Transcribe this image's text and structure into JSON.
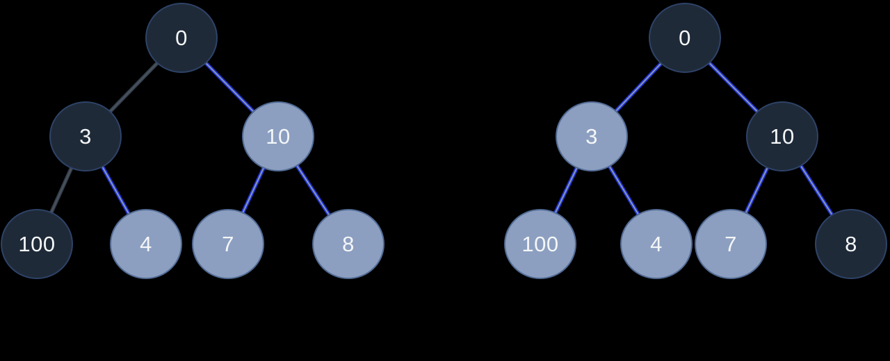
{
  "colors": {
    "background": "#000000",
    "node_dark_fill": "#1f2a39",
    "node_dark_border": "#2e4368",
    "node_light_fill": "#8c9fc0",
    "node_light_border": "#526b95",
    "edge_blue": "#2132d2",
    "edge_blue_core": "#8595b8",
    "edge_dark": "#353f4c",
    "edge_dark_core": "#49545f",
    "label_color": "#f4f6f8"
  },
  "trees": [
    {
      "name": "left binary tree",
      "nodes": [
        {
          "value": "0",
          "variant": "dark"
        },
        {
          "value": "3",
          "variant": "dark"
        },
        {
          "value": "10",
          "variant": "light"
        },
        {
          "value": "100",
          "variant": "dark"
        },
        {
          "value": "4",
          "variant": "light"
        },
        {
          "value": "7",
          "variant": "light"
        },
        {
          "value": "8",
          "variant": "light"
        }
      ],
      "edges": [
        {
          "from": "0",
          "to": "3",
          "style": "dark"
        },
        {
          "from": "0",
          "to": "10",
          "style": "blue"
        },
        {
          "from": "3",
          "to": "100",
          "style": "dark"
        },
        {
          "from": "3",
          "to": "4",
          "style": "blue"
        },
        {
          "from": "10",
          "to": "7",
          "style": "blue"
        },
        {
          "from": "10",
          "to": "8",
          "style": "blue"
        }
      ]
    },
    {
      "name": "right binary tree",
      "nodes": [
        {
          "value": "0",
          "variant": "dark"
        },
        {
          "value": "3",
          "variant": "light"
        },
        {
          "value": "10",
          "variant": "dark"
        },
        {
          "value": "100",
          "variant": "light"
        },
        {
          "value": "4",
          "variant": "light"
        },
        {
          "value": "7",
          "variant": "light"
        },
        {
          "value": "8",
          "variant": "dark"
        }
      ],
      "edges": [
        {
          "from": "0",
          "to": "3",
          "style": "blue"
        },
        {
          "from": "0",
          "to": "10",
          "style": "blue"
        },
        {
          "from": "3",
          "to": "100",
          "style": "blue"
        },
        {
          "from": "3",
          "to": "4",
          "style": "blue"
        },
        {
          "from": "10",
          "to": "7",
          "style": "blue"
        },
        {
          "from": "10",
          "to": "8",
          "style": "blue"
        }
      ]
    }
  ]
}
